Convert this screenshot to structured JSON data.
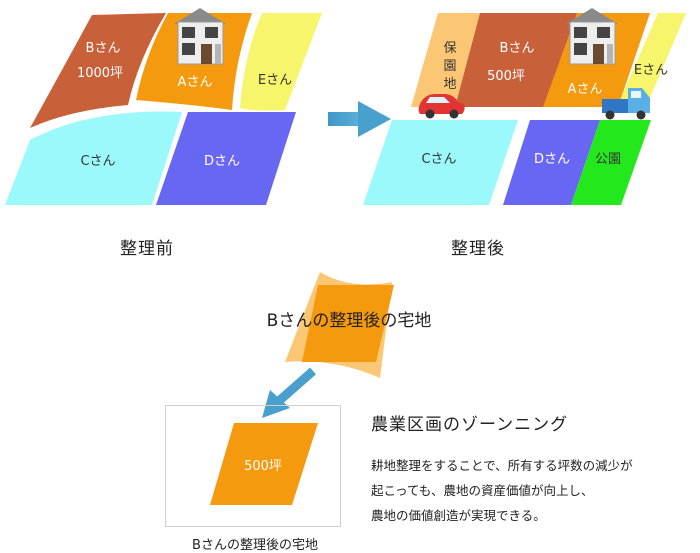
{
  "before": {
    "caption": "整理前",
    "plots": {
      "b_name": "Bさん",
      "b_area": "1000坪",
      "a_name": "Aさん",
      "e_name": "Eさん",
      "c_name": "Cさん",
      "d_name": "Dさん"
    }
  },
  "after": {
    "caption": "整理後",
    "plots": {
      "nursery": [
        "保",
        "園",
        "地"
      ],
      "b_name": "Bさん",
      "b_area": "500坪",
      "a_name": "Aさん",
      "e_name": "Eさん",
      "c_name": "Cさん",
      "d_name": "Dさん",
      "park": "公園"
    }
  },
  "b_lot": {
    "title": "Bさんの整理後の宅地",
    "area": "500坪",
    "caption": "Bさんの整理後の宅地"
  },
  "zoning": {
    "title": "農業区画のゾーンニング",
    "lines": [
      "耕地整理をすることで、所有する坪数の減少が",
      "起こっても、農地の資産価値が向上し、",
      "農地の価値創造が実現できる。"
    ]
  },
  "colors": {
    "brown": "#c8613a",
    "orange": "#f59a0e",
    "yellow": "#f6f56b",
    "cyan": "#9cf9fb",
    "blue": "#6767f3",
    "green": "#22e81c",
    "peach": "#fbc774",
    "arrow": "#4aa0cd"
  }
}
